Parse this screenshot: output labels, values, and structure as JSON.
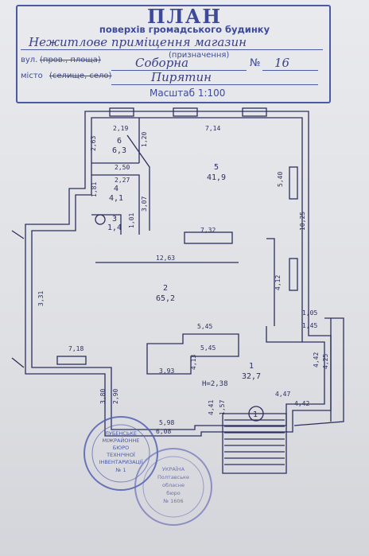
{
  "header": {
    "title": "ПЛАН",
    "subtitle": "поверхів громадського будинку",
    "purpose_handwritten": "Нежитлове приміщення магазин",
    "purpose_hint": "(призначення)",
    "street_prefix": "вул.",
    "street_struck": "(пров., площа)",
    "street_value": "Соборна",
    "number_sign": "№",
    "number_value": "16",
    "city_prefix": "місто",
    "city_struck": "(селище, село)",
    "city_value": "Пирятин",
    "scale": "Масштаб 1:100"
  },
  "plan": {
    "rooms": [
      {
        "number": "6",
        "area": "6,3"
      },
      {
        "number": "5",
        "area": "41,9"
      },
      {
        "number": "4",
        "area": "4,1"
      },
      {
        "number": "3",
        "area": "1,4"
      },
      {
        "number": "2",
        "area": "65,2"
      },
      {
        "number": "1",
        "area": "32,7"
      }
    ],
    "dimensions": {
      "d_2_19": "2,19",
      "d_7_14": "7,14",
      "d_2_63": "2,63",
      "d_1_20": "1,20",
      "d_2_50": "2,50",
      "d_2_27": "2,27",
      "d_1_81": "1,81",
      "d_3_07": "3,07",
      "d_1_01": "1,01",
      "d_5_40": "5,40",
      "d_7_32": "7,32",
      "d_10_25": "10,25",
      "d_12_63": "12,63",
      "d_3_31": "3,31",
      "d_4_12": "4,12",
      "d_1_05": "1,05",
      "d_1_45": "1,45",
      "d_5_45a": "5,45",
      "d_5_45b": "5,45",
      "d_7_18": "7,18",
      "d_4_13": "4,13",
      "d_3_93": "3,93",
      "d_4_42a": "4,42",
      "d_4_25": "4,25",
      "d_2_90": "2,90",
      "d_3_80": "3,80",
      "d_4_47": "4,47",
      "d_4_42b": "4,42",
      "d_4_41": "4,41",
      "d_1_57": "1,57",
      "d_5_98": "5,98",
      "d_6_08": "6,08"
    },
    "height": "H=2,38",
    "entrance_marker": "1"
  },
  "stamps": {
    "stamp1_lines": [
      "ЛУБЕНСЬКЕ",
      "МІЖРАЙОННЕ",
      "БЮРО",
      "ТЕХНІЧНОЇ",
      "ІНВЕНТАРИЗАЦІЇ",
      "№ 1"
    ],
    "stamp2_lines": [
      "УКРАЇНА",
      "Полтавське",
      "обласне",
      "бюро",
      "№ 1606"
    ]
  }
}
